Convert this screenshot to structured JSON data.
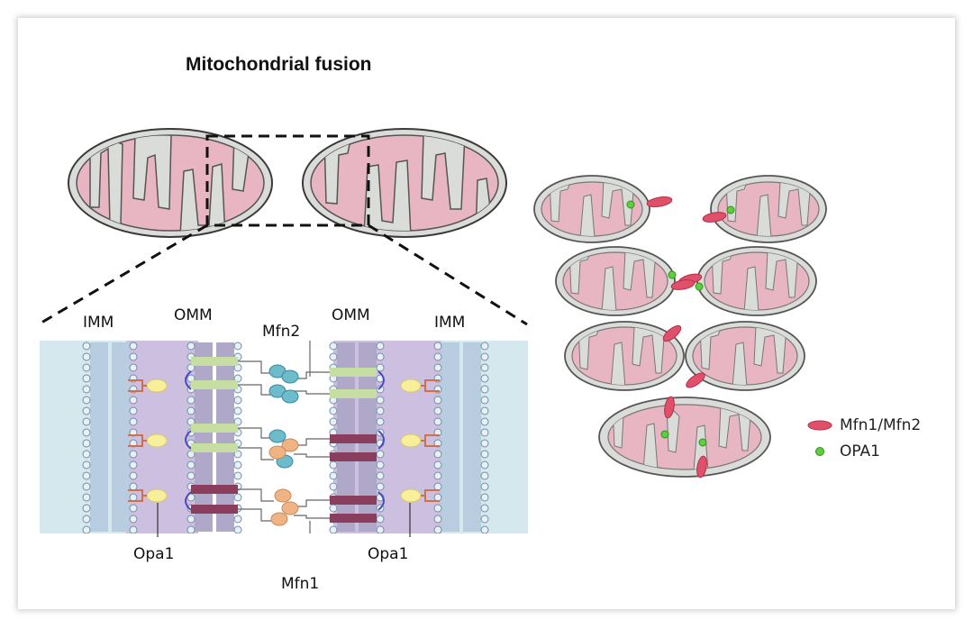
{
  "title": "Mitochondrial fusion",
  "membrane_labels": {
    "imm_left": "IMM",
    "omm_left": "OMM",
    "omm_right": "OMM",
    "imm_right": "IMM"
  },
  "protein_labels": {
    "mfn2": "Mfn2",
    "mfn1": "Mfn1",
    "opa1_left": "Opa1",
    "opa1_right": "Opa1"
  },
  "legend": {
    "item1": "Mfn1/Mfn2",
    "item2": "OPA1"
  },
  "colors": {
    "matrix_pink": "#e8b6c2",
    "outer_grey": "#d8dcd8",
    "mfn_red": "#e0506a",
    "opa1_green": "#5ccf3a",
    "intermembrane_purple": "#cdbfdf",
    "cytosol_blue": "#d4e8ee",
    "green_bar": "#c7dea3",
    "maroon_bar": "#8a3d5c",
    "teal_sphere": "#6cbccc",
    "orange_sphere": "#f0b484",
    "yellow_opa1": "#f7ef9a"
  }
}
